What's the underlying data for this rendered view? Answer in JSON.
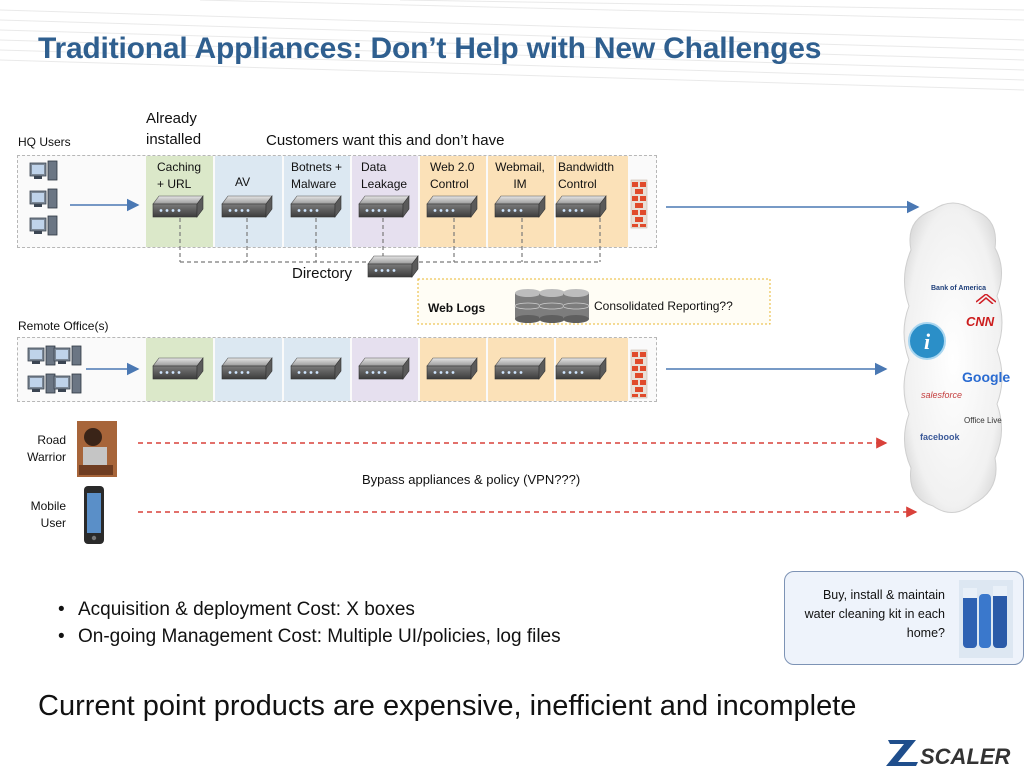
{
  "title": "Traditional Appliances: Don’t Help with New Challenges",
  "labels": {
    "already_installed": "Already\ninstalled",
    "customers_want": "Customers want this and don’t have",
    "hq_users": "HQ Users",
    "remote_offices": "Remote Office(s)",
    "road_warrior": "Road\nWarrior",
    "mobile_user": "Mobile\nUser",
    "directory": "Directory",
    "web_logs": "Web Logs",
    "consolidated_reporting": "Consolidated Reporting??",
    "bypass": "Bypass appliances & policy (VPN???)"
  },
  "columns": [
    {
      "label": "Caching\n+ URL",
      "color": "#dbe8c9"
    },
    {
      "label": "AV",
      "color": "#dce8f2"
    },
    {
      "label": "Botnets +\nMalware",
      "color": "#dce8f2"
    },
    {
      "label": "Data\nLeakage",
      "color": "#e6e0ef"
    },
    {
      "label": "Web 2.0\nControl",
      "color": "#fbe1b8"
    },
    {
      "label": "Webmail,\nIM",
      "color": "#fbe1b8"
    },
    {
      "label": "Bandwidth\nControl",
      "color": "#fbe1b8"
    }
  ],
  "cloud_services": [
    "Bank of America",
    "CNN",
    "Google",
    "salesforce",
    "Office Live",
    "facebook"
  ],
  "bullets": [
    "Acquisition & deployment Cost:  X boxes",
    "On-going Management Cost:  Multiple UI/policies, log files"
  ],
  "callout": "Buy, install & maintain water cleaning kit in each home?",
  "footer": "Current point products are expensive, inefficient and incomplete",
  "brand": "ZSCALER",
  "colors": {
    "title": "#2f5f8f",
    "arrow_solid": "#4a78b3",
    "arrow_dashed": "#d9413a",
    "dash_gray": "#8a8a8a"
  }
}
